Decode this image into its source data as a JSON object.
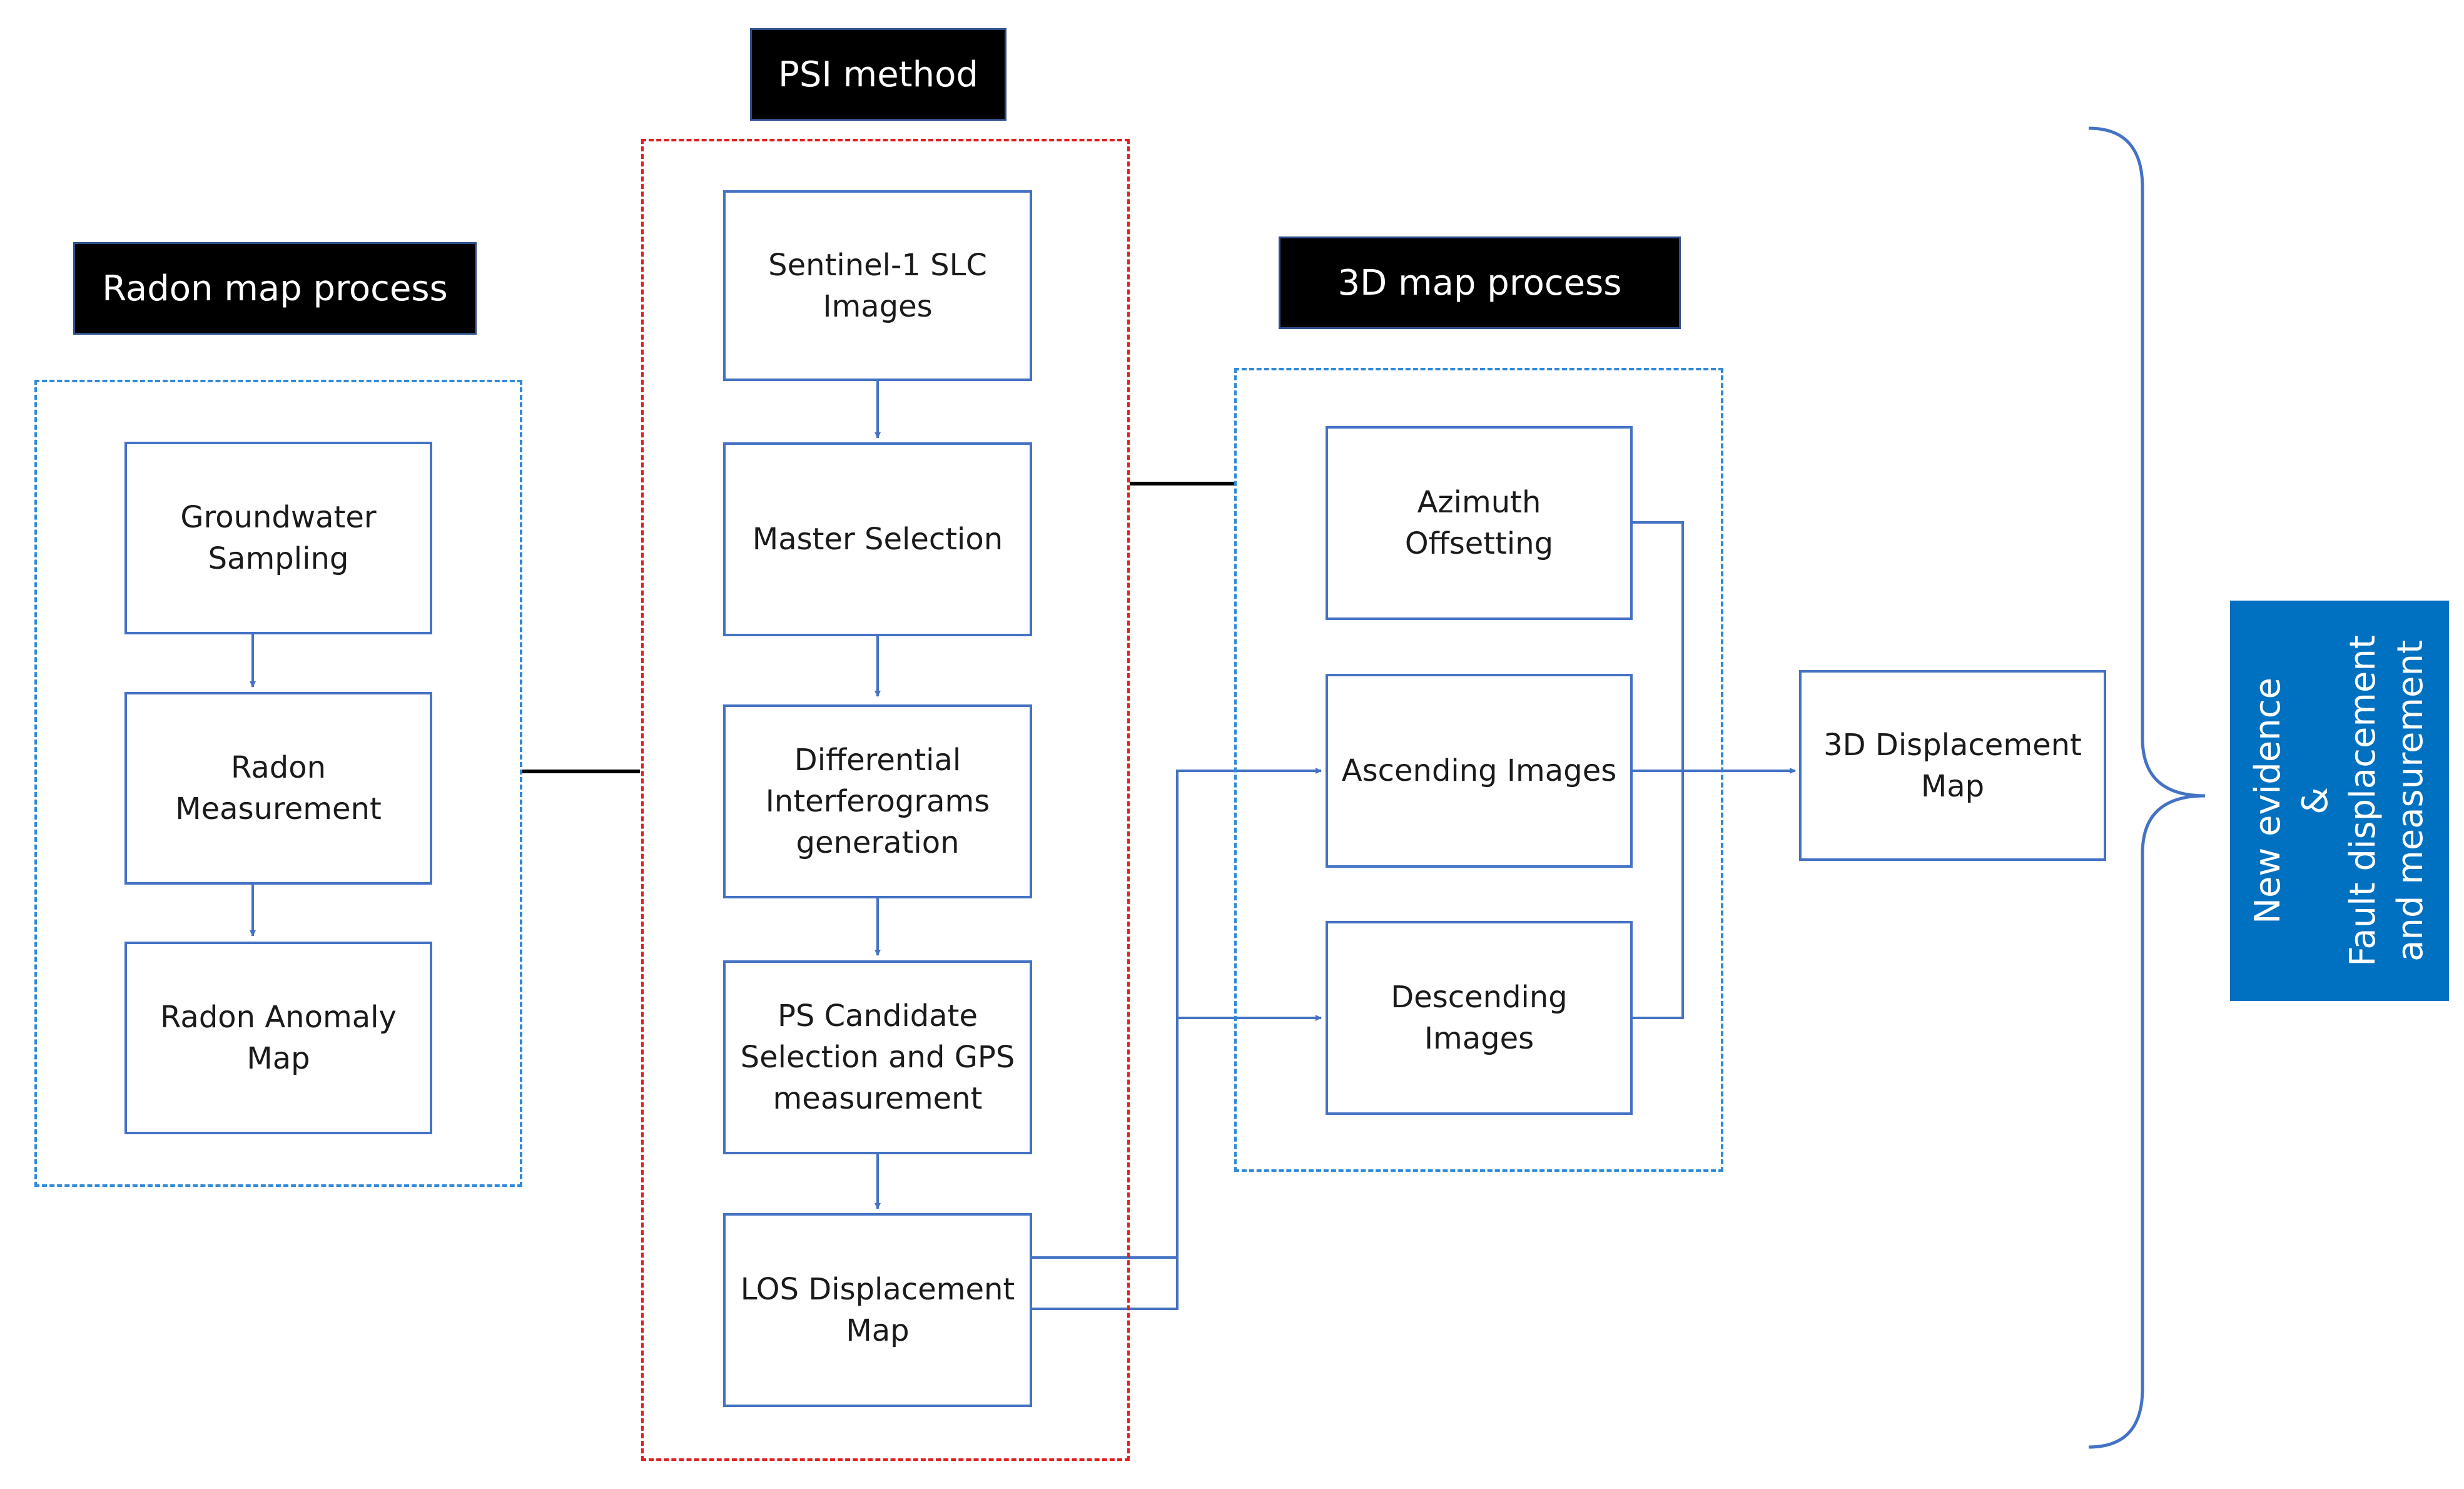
{
  "headers": {
    "radon": "Radon map process",
    "psi": "PSI method",
    "map3d": "3D map process"
  },
  "radon_nodes": {
    "groundwater": "Groundwater\nSampling",
    "measurement": "Radon\nMeasurement",
    "anomaly": "Radon Anomaly\nMap"
  },
  "psi_nodes": {
    "sentinel": "Sentinel-1 SLC\nImages",
    "master": "Master Selection",
    "differential": "Differential\nInterferograms\ngeneration",
    "ps_candidate": "PS Candidate\nSelection and GPS\nmeasurement",
    "los": "LOS Displacement\nMap"
  },
  "map3d_nodes": {
    "azimuth": "Azimuth Offsetting",
    "ascending": "Ascending Images",
    "descending": "Descending\nImages"
  },
  "result_node": "3D Displacement\nMap",
  "output": "New evidence\n&\nFault displacement\nand measurement",
  "colors": {
    "arrow": "#4472c4",
    "connector": "#000000",
    "dashed_blue": "#2f89d9",
    "dashed_red": "#e01e1e",
    "output_fill": "#0070c0"
  }
}
